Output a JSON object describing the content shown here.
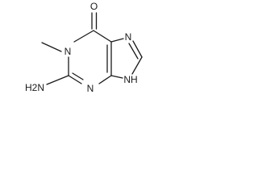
{
  "structure": {
    "atoms": {
      "oxygen": "O",
      "n1": "N",
      "n3": "N",
      "n7": "N",
      "n9": "NH",
      "amino": "H2N"
    }
  }
}
